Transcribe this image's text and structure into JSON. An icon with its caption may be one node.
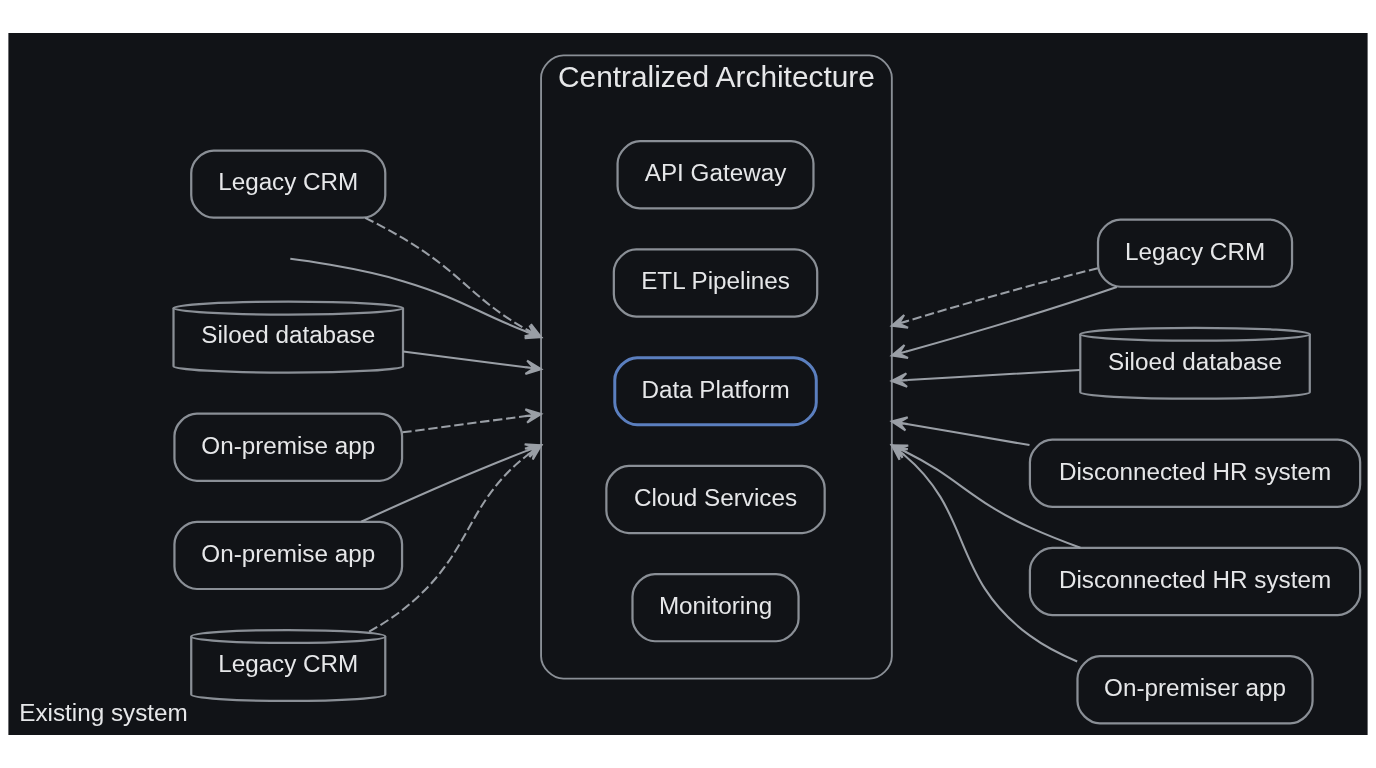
{
  "diagram": {
    "nodes": [
      {
        "text": [
          "Legacy CRM"
        ]
      },
      {
        "text": [
          "Siloed database"
        ]
      },
      {
        "text": [
          "On-premise app"
        ]
      },
      {
        "text": [
          "On-premise app"
        ]
      },
      {
        "text": [
          "Legacy CRM"
        ],
        "beside": [
          "Existing system"
        ]
      },
      {
        "text": [
          "Centralized Architecture"
        ]
      },
      {
        "text": [
          "API Gateway"
        ],
        "in": 5
      },
      {
        "text": [
          "ETL Pipelines"
        ],
        "in": 5
      },
      {
        "text": [
          "Data Platform"
        ],
        "in": 5
      },
      {
        "text": [
          "Cloud Services"
        ],
        "in": 5
      },
      {
        "text": [
          "Monitoring"
        ],
        "in": 5
      },
      {
        "text": [
          "Legacy CRM"
        ]
      },
      {
        "text": [
          "Siloed database"
        ]
      },
      {
        "text": [
          "Disconnected HR system"
        ]
      },
      {
        "text": [
          "Disconnected HR system"
        ]
      },
      {
        "text": [
          "On-premiser app"
        ]
      }
    ],
    "edges": [
      {
        "from": 0,
        "to": 5,
        "arrow": "to",
        "style": "dashed"
      },
      {
        "from": null,
        "to": 5,
        "arrow": "to"
      },
      {
        "from": 1,
        "to": 5,
        "arrow": "to"
      },
      {
        "from": 2,
        "to": 5,
        "arrow": "to",
        "style": "dashed"
      },
      {
        "from": 3,
        "to": 5,
        "arrow": "to"
      },
      {
        "from": 4,
        "to": 5,
        "arrow": "to",
        "style": "dashed"
      },
      {
        "from": 11,
        "to": 5,
        "arrow": "to"
      },
      {
        "from": 11,
        "to": 5,
        "arrow": "to",
        "style": "dashed"
      },
      {
        "from": 12,
        "to": 5,
        "arrow": "to"
      },
      {
        "from": 13,
        "to": 5,
        "arrow": "to"
      },
      {
        "from": 14,
        "to": 5,
        "arrow": "to"
      },
      {
        "from": 15,
        "to": 5,
        "arrow": "to"
      }
    ]
  }
}
